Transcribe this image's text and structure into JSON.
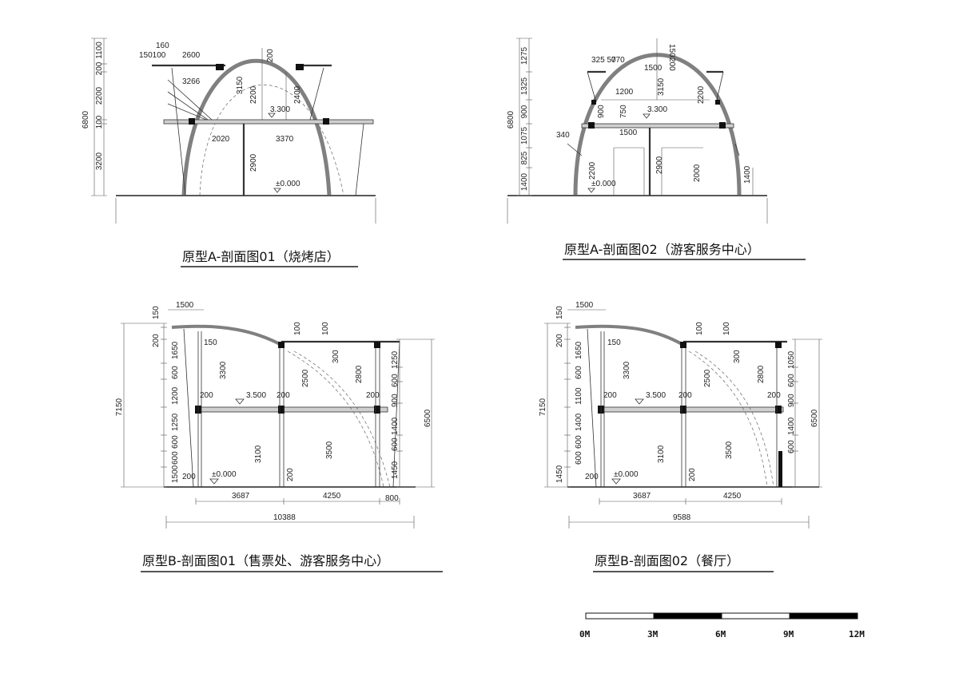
{
  "sections": [
    {
      "id": "a01",
      "title": "原型A-剖面图01（烧烤店）",
      "elevations": [
        "3.300",
        "±0.000"
      ],
      "dims": [
        "160",
        "150100",
        "2600",
        "200",
        "3266",
        "3150",
        "2200",
        "2400",
        "2020",
        "3370",
        "2900"
      ],
      "left_chain": [
        "6800",
        "1100",
        "200",
        "2200",
        "100",
        "3200"
      ]
    },
    {
      "id": "a02",
      "title": "原型A-剖面图02（游客服务中心）",
      "elevations": [
        "3.300",
        "±0.000"
      ],
      "dims": [
        "150",
        "200",
        "325 50",
        "770",
        "1500",
        "1200",
        "3150",
        "900",
        "750",
        "2200",
        "340",
        "1500",
        "2200",
        "2900",
        "2000"
      ],
      "left_chain": [
        "6800",
        "1275",
        "1325",
        "900",
        "1075",
        "825",
        "1400"
      ],
      "right_dim": "1400"
    },
    {
      "id": "b01",
      "title": "原型B-剖面图01（售票处、游客服务中心）",
      "elevations": [
        "3.500",
        "±0.000"
      ],
      "dims": [
        "1500",
        "150",
        "3300",
        "100",
        "100",
        "300",
        "2500",
        "2800",
        "200",
        "200",
        "200",
        "3100",
        "3500",
        "200",
        "200"
      ],
      "left_chain": [
        "7150",
        "150",
        "200",
        "1650",
        "600",
        "1200",
        "1250",
        "600",
        "600",
        "1500"
      ],
      "right_chain": [
        "1250",
        "600",
        "900",
        "1400",
        "600",
        "1450"
      ],
      "right_total": "6500",
      "bottom_dims": [
        "3687",
        "4250",
        "800"
      ],
      "bottom_total": "10388"
    },
    {
      "id": "b02",
      "title": "原型B-剖面图02（餐厅）",
      "elevations": [
        "3.500",
        "±0.000"
      ],
      "dims": [
        "1500",
        "150",
        "3300",
        "100",
        "100",
        "300",
        "2500",
        "2800",
        "200",
        "200",
        "200",
        "3100",
        "3500",
        "200",
        "200"
      ],
      "left_chain": [
        "7150",
        "150",
        "200",
        "1650",
        "600",
        "1100",
        "1400",
        "600",
        "600",
        "1450"
      ],
      "right_chain": [
        "1050",
        "600",
        "900",
        "1400",
        "600"
      ],
      "right_total": "6500",
      "bottom_dims": [
        "3687",
        "4250"
      ],
      "bottom_total": "9588"
    }
  ],
  "scale_bar": {
    "labels": [
      "0M",
      "3M",
      "6M",
      "9M",
      "12M"
    ],
    "fill_pattern": [
      "white",
      "black",
      "white",
      "black"
    ]
  }
}
